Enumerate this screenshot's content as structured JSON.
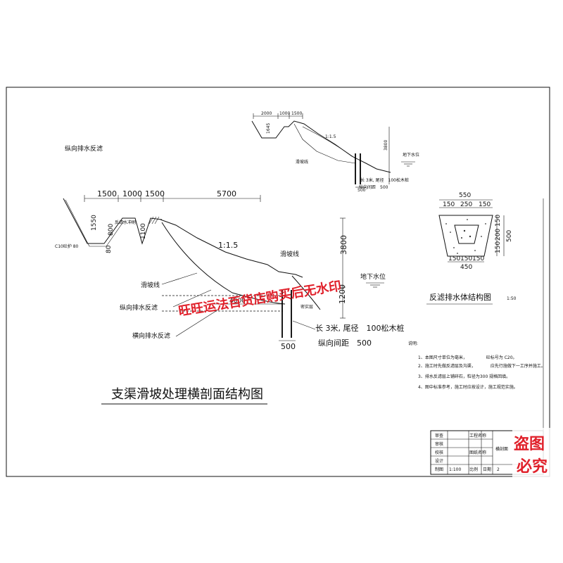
{
  "sheet_title": "支渠滑坡处理横剖面结构图",
  "upper_section": {
    "label_left": "纵向排水反滤",
    "dims_top": [
      "2000",
      "1000",
      "1500"
    ],
    "dim_left": "1645",
    "dim_height": "3800",
    "slope": "1:1.5",
    "label_slip": "滑坡线",
    "label_water": "地下水位",
    "pile_note": "长 3米, 尾径　100松木桩",
    "pile_spacing": "纵向间距　500",
    "dim_bottom": "500"
  },
  "main_section": {
    "dims_top": [
      "1500",
      "1000",
      "1500",
      "5700"
    ],
    "dim_1550": "1550",
    "dim_800": "800",
    "dim_80": "80",
    "dim_1100": "1100",
    "c10_label": "C10砼护 80",
    "fill_label": "反滤水冲刷",
    "slope_ratio": "1:1.5",
    "label_slip_right": "滑坡线",
    "label_water": "地下水位",
    "dim_3800": "3800",
    "dim_1200": "1200",
    "label_slip_left": "滑坡线",
    "label_long_drain": "纵向排水反滤",
    "label_trans_drain": "横向排水反滤",
    "dim_4000": "4000",
    "label_dense": "密实层",
    "pile_note": "长 3米, 尾径　100松木桩",
    "pile_spacing": "纵向间距　500",
    "dim_500": "500"
  },
  "filter_detail": {
    "title": "反滤排水体结构图",
    "scale": "1:50",
    "dim_top": "550",
    "dims_top_row": [
      "150",
      "250",
      "150"
    ],
    "dims_right": [
      "150",
      "200",
      "150"
    ],
    "dim_height": "500",
    "dims_bottom_row": [
      "150",
      "150",
      "150"
    ],
    "dim_bottom": "450"
  },
  "notes": {
    "heading": "说明:",
    "items": [
      "1、本图尺寸单位为毫米，　　　　　砼标号为 C20。",
      "2、施工时先做反滤层及沟渠，　　　　应先行施做下一工序并施工。",
      "3、排水反滤层上铺碎石，粒径为300 规格回填。",
      "4、图中标准参考，施工时应按设计，施工规范实施。"
    ]
  },
  "title_block": {
    "rows": [
      "审查",
      "审核",
      "校核",
      "设计",
      "制图"
    ],
    "mid_rows": [
      "工程名称",
      "",
      "图纸名称",
      "",
      "比例"
    ],
    "center_text": "横剖面",
    "bottom_left": "1:100",
    "bottom_mid": "日期",
    "bottom_right": "2"
  },
  "watermarks": {
    "center": "旺旺运法百货店购买后无水印",
    "corner_line1": "盗图",
    "corner_line2": "必究"
  }
}
